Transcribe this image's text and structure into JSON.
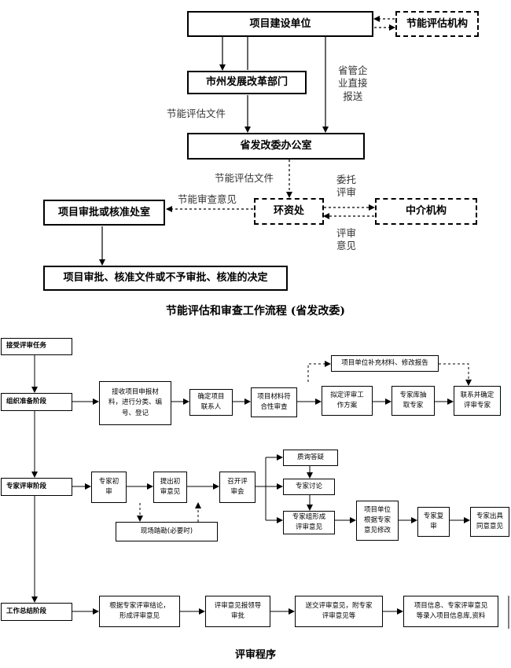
{
  "flow1": {
    "project_unit": "项目建设单位",
    "assess_org": "节能评估机构",
    "city_dept": "市州发展改革部门",
    "direct_label": "省管企\n业直接\n报送",
    "file_label_1": "节能评估文件",
    "province_office": "省发改委办公室",
    "file_label_2": "节能评估文件",
    "review_opinion_label": "节能审查意见",
    "approval_office": "项目审批或核准处室",
    "env_office": "环资处",
    "entrust_label": "委托\n评审",
    "agency": "中介机构",
    "opinion_label": "评审\n意见",
    "decision": "项目审批、核准文件或不予审批、核准的决定",
    "caption": "节能评估和审查工作流程 (省发改委)"
  },
  "flow2": {
    "stage_receive": "接受评审任务",
    "stage_prepare": "组织准备阶段",
    "stage_review": "专家评审阶段",
    "stage_summary": "工作总结阶段",
    "receive_docs": "接收项目申报材\n料，进行分类、编\n号、登记",
    "assign_contact": "确定项目\n联系人",
    "check_docs": "项目材料符\n合性审查",
    "supplement": "项目单位补充材料、修改报告",
    "draft_plan": "拟定评审工\n作方案",
    "draw_experts": "专家库抽\n取专家",
    "confirm_experts": "联系并确定\n评审专家",
    "initial_review": "专家初\n审",
    "initial_opinion": "提出初\n审意见",
    "site_visit": "现场踏勘(必要时)",
    "meeting": "召开评\n审会",
    "qa": "质询答疑",
    "discuss": "专家讨论",
    "form_opinion": "专家组形成\n评审意见",
    "revise": "项目单位\n根据专家\n意见修改",
    "recheck": "专家复\n审",
    "agree": "专家出具\n同意意见",
    "conclusion": "根据专家评审结论，\n形成评审意见",
    "report": "评审意见报领导\n审批",
    "submit": "送交评审意见，附专家\n评审意见等",
    "archive": "项目信息、专家评审意见\n等录入项目信息库,资料",
    "caption": "评审程序"
  }
}
